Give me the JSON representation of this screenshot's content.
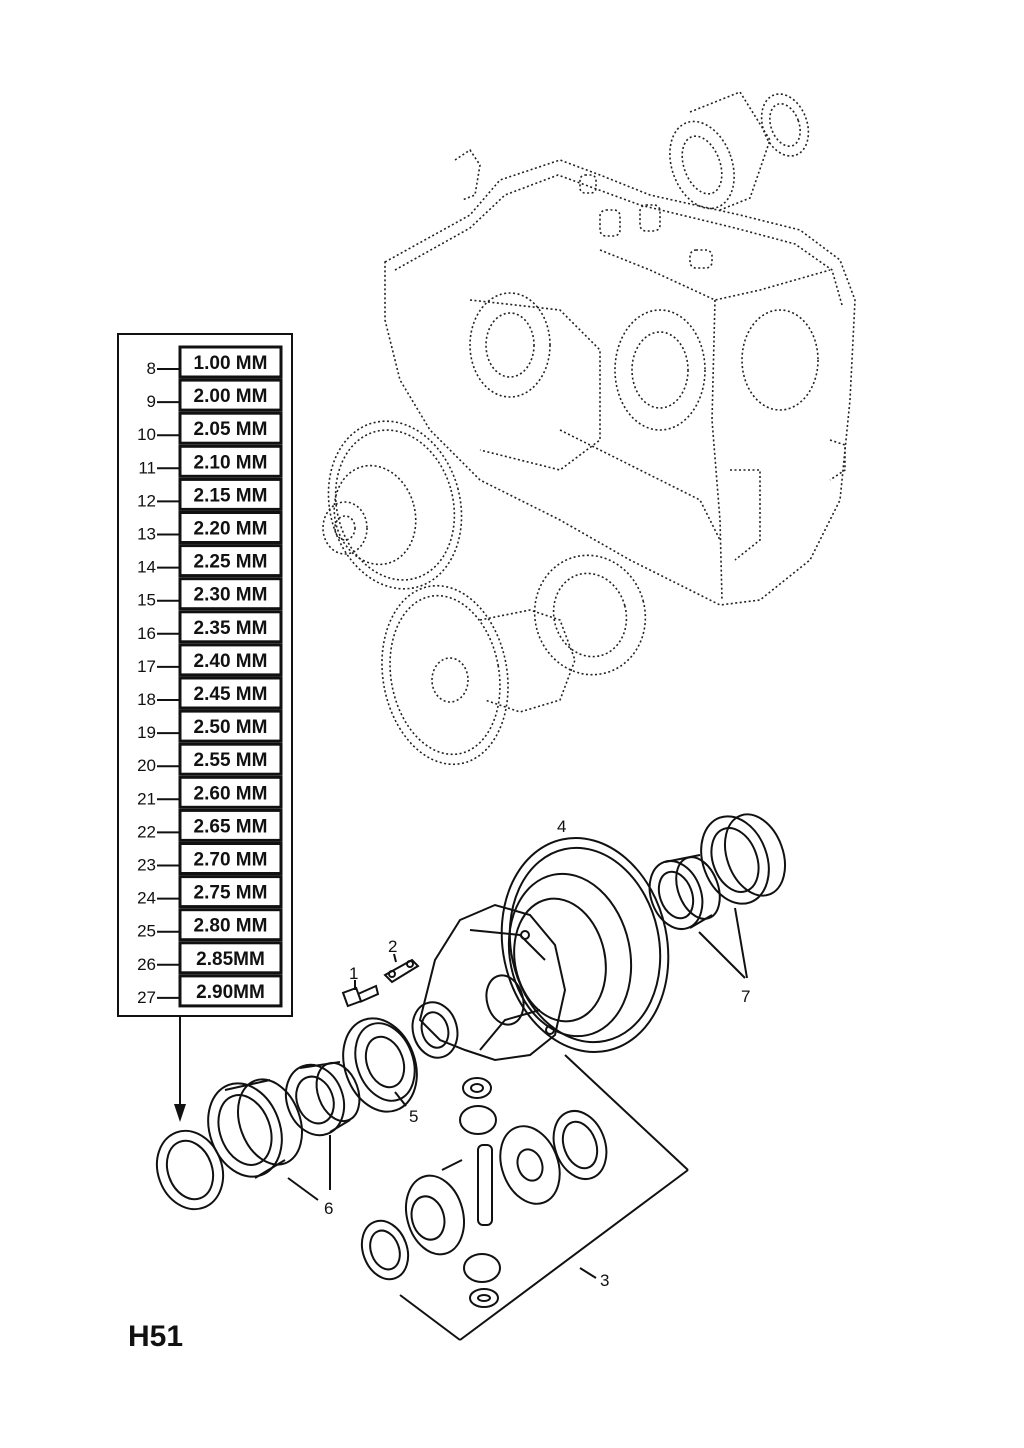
{
  "diagram_code": "H51",
  "shim_table": [
    {
      "ref": "8",
      "size": "1.00 MM"
    },
    {
      "ref": "9",
      "size": "2.00 MM"
    },
    {
      "ref": "10",
      "size": "2.05 MM"
    },
    {
      "ref": "11",
      "size": "2.10 MM"
    },
    {
      "ref": "12",
      "size": "2.15 MM"
    },
    {
      "ref": "13",
      "size": "2.20 MM"
    },
    {
      "ref": "14",
      "size": "2.25 MM"
    },
    {
      "ref": "15",
      "size": "2.30 MM"
    },
    {
      "ref": "16",
      "size": "2.35 MM"
    },
    {
      "ref": "17",
      "size": "2.40 MM"
    },
    {
      "ref": "18",
      "size": "2.45 MM"
    },
    {
      "ref": "19",
      "size": "2.50 MM"
    },
    {
      "ref": "20",
      "size": "2.55 MM"
    },
    {
      "ref": "21",
      "size": "2.60 MM"
    },
    {
      "ref": "22",
      "size": "2.65 MM"
    },
    {
      "ref": "23",
      "size": "2.70 MM"
    },
    {
      "ref": "24",
      "size": "2.75 MM"
    },
    {
      "ref": "25",
      "size": "2.80 MM"
    },
    {
      "ref": "26",
      "size": "2.85MM"
    },
    {
      "ref": "27",
      "size": "2.90MM"
    }
  ],
  "callouts": {
    "c1": "1",
    "c2": "2",
    "c3": "3",
    "c4": "4",
    "c5": "5",
    "c6": "6",
    "c7": "7"
  }
}
